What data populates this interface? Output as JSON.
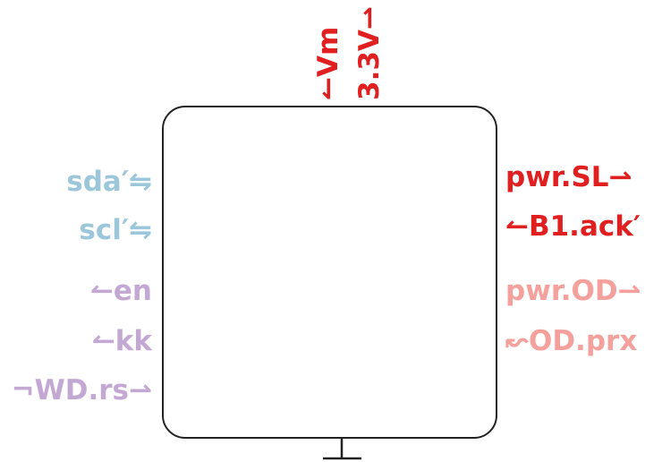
{
  "colors": {
    "blue": "#9cc6da",
    "purple": "#c4a8d4",
    "red": "#e02020",
    "pink": "#f4a09c",
    "outline": "#222222"
  },
  "left_signals": [
    {
      "label": "sda′⇋",
      "color": "blue"
    },
    {
      "label": "scl′⇋",
      "color": "blue"
    },
    {
      "label": "↼en",
      "color": "purple"
    },
    {
      "label": "↼kk",
      "color": "purple"
    },
    {
      "label": "¬WD.rs⇀",
      "color": "purple"
    }
  ],
  "right_signals": [
    {
      "label": "pwr.SL⇀",
      "color": "red"
    },
    {
      "label": "↼B1.ack′",
      "color": "red"
    },
    {
      "label": "pwr.OD⇀",
      "color": "pink"
    },
    {
      "label": "↜OD.prx",
      "color": "pink"
    }
  ],
  "top_signals": [
    {
      "label": "↼Vm",
      "color": "red"
    },
    {
      "label": "3.3V⇀",
      "color": "red"
    }
  ],
  "bottom_icon": "ground-icon"
}
